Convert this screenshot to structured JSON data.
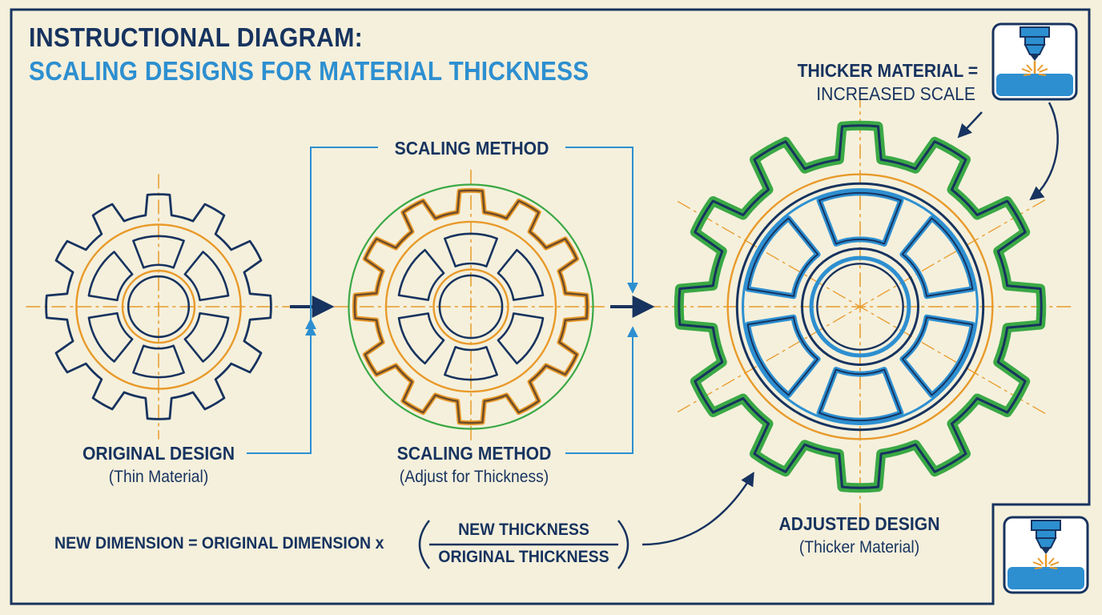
{
  "header": {
    "title_line1": "INSTRUCTIONAL DIAGRAM:",
    "title_line2": "SCALING DESIGNS FOR MATERIAL THICKNESS"
  },
  "callout": {
    "line1": "THICKER MATERIAL =",
    "line2": "INCREASED SCALE"
  },
  "bracket_label": "SCALING METHOD",
  "original": {
    "title": "ORIGINAL DESIGN",
    "subtitle": "(Thin Material)"
  },
  "method": {
    "title": "SCALING METHOD",
    "subtitle": "(Adjust for Thickness)"
  },
  "adjusted": {
    "title": "ADJUSTED DESIGN",
    "subtitle": "(Thicker Material)"
  },
  "formula": {
    "lhs": "NEW DIMENSION = ORIGINAL DIMENSION x",
    "numerator": "NEW THICKNESS",
    "denominator": "ORIGINAL THICKNESS"
  },
  "colors": {
    "navy": "#17335f",
    "blue": "#2d8fd0",
    "orange": "#e89a2a",
    "green": "#3aa845",
    "brown": "#6b4a2a",
    "background": "#f5f0dc"
  },
  "icons": [
    "laser-cutter-icon",
    "arrow-right-icon"
  ]
}
